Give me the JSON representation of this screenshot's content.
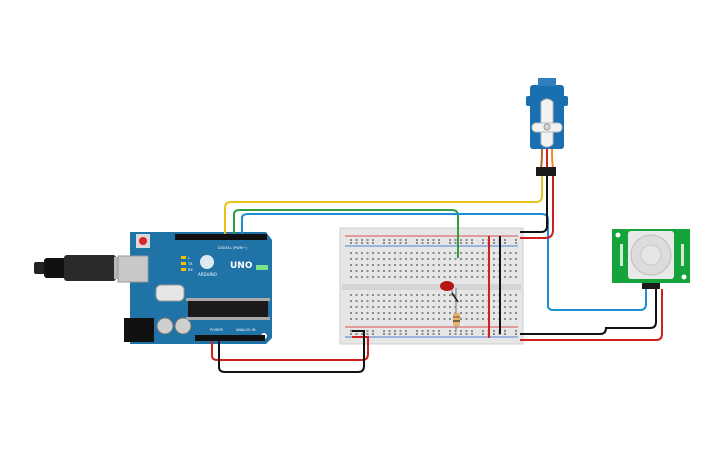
{
  "arduino": {
    "brand": "UNO",
    "digital_header": "DIGITAL (PWM~)",
    "analog_header": "ANALOG IN",
    "power_header": "POWER",
    "tx_label": "TX",
    "rx_label": "RX",
    "l_label": "L",
    "logo": "ARDUINO"
  },
  "colors": {
    "board": "#1f73a6",
    "breadboard": "#e6e6e6",
    "pir": "#15a33b",
    "servo": "#1a6fb0",
    "wire_yellow": "#e9c31b",
    "wire_green": "#2f9e44",
    "wire_blue": "#1b8fd1",
    "wire_red": "#d11f1f",
    "wire_black": "#111111"
  }
}
